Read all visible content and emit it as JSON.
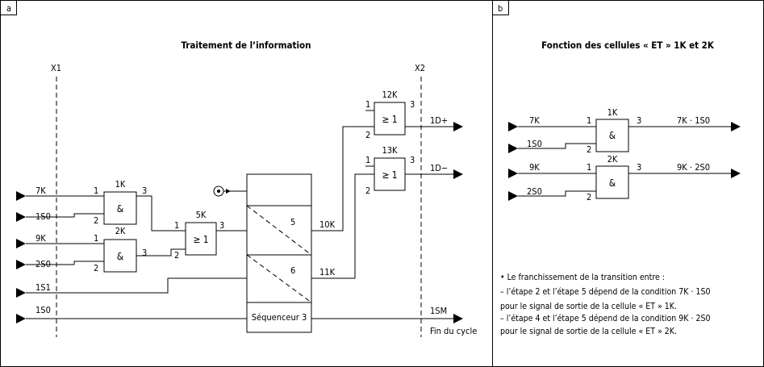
{
  "panel_a": {
    "tag": "a",
    "title": "Traitement de l’information",
    "x1": "X1",
    "x2": "X2",
    "inputs": [
      "7K",
      "1S0",
      "9K",
      "2S0",
      "1S1",
      "1S0"
    ],
    "gate_1K": {
      "name": "1K",
      "symbol": "&",
      "pin1": "1",
      "pin2": "2",
      "pin3": "3"
    },
    "gate_2K": {
      "name": "2K",
      "symbol": "&",
      "pin1": "1",
      "pin2": "2",
      "pin3": "3"
    },
    "gate_5K": {
      "name": "5K",
      "symbol": "≥ 1",
      "pin1": "1",
      "pin2": "2",
      "pin3": "3"
    },
    "gate_12K": {
      "name": "12K",
      "symbol": "≥ 1",
      "pin1": "1",
      "pin2": "2",
      "pin3": "3"
    },
    "gate_13K": {
      "name": "13K",
      "symbol": "≥ 1",
      "pin1": "1",
      "pin2": "2",
      "pin3": "3"
    },
    "sequencer": {
      "step5": "5",
      "step6": "6",
      "label": "Séquenceur 3"
    },
    "out_10K": "10K",
    "out_11K": "11K",
    "out_1Dplus": "1D+",
    "out_1Dminus": "1D−",
    "out_1SM": "1SM",
    "end_cycle": "Fin du cycle"
  },
  "panel_b": {
    "tag": "b",
    "title": "Fonction des cellules « ET » 1K et 2K",
    "gate_1K": {
      "name": "1K",
      "symbol": "&",
      "in1": "7K",
      "in2": "1S0",
      "pin1": "1",
      "pin2": "2",
      "pin3": "3",
      "out": "7K · 1S0"
    },
    "gate_2K": {
      "name": "2K",
      "symbol": "&",
      "in1": "9K",
      "in2": "2S0",
      "pin1": "1",
      "pin2": "2",
      "pin3": "3",
      "out": "9K · 2S0"
    },
    "notes": [
      "• Le franchissement de la transition entre :",
      "– l’étape 2 et l’étape 5 dépend de la condition 7K · 1S0",
      "pour le signal de sortie de la cellule  « ET » 1K.",
      "– l’étape 4 et l’étape 5 dépend de la condition 9K · 2S0",
      "pour le signal de sortie de la cellule  « ET » 2K."
    ]
  }
}
